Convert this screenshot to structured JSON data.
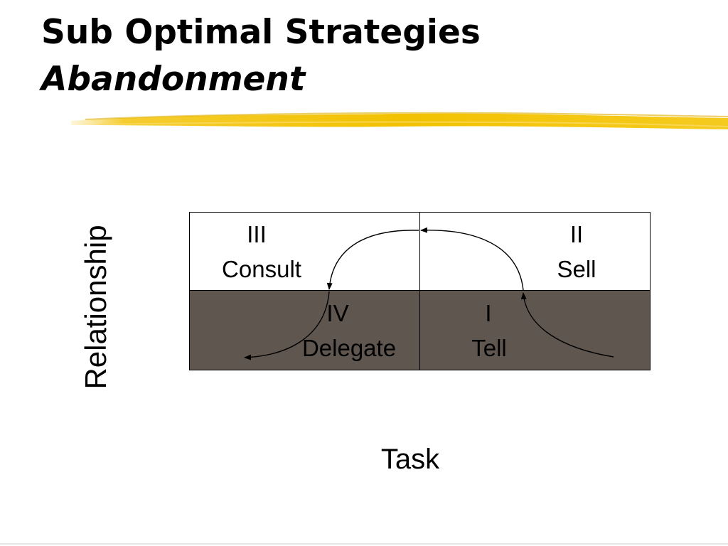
{
  "slide": {
    "title": "Sub Optimal Strategies",
    "subtitle": "Abandonment",
    "highlight_color": "#f2c200"
  },
  "matrix": {
    "top_fill": "#ffffff",
    "bottom_fill": "#5f5650",
    "quadrants": {
      "q3": {
        "numeral": "III",
        "label": "Consult"
      },
      "q2": {
        "numeral": "II",
        "label": "Sell"
      },
      "q4": {
        "numeral": "IV",
        "label": "Delegate"
      },
      "q1": {
        "numeral": "I",
        "label": "Tell"
      }
    }
  },
  "axes": {
    "y_label": "Relationship",
    "x_label": "Task"
  }
}
